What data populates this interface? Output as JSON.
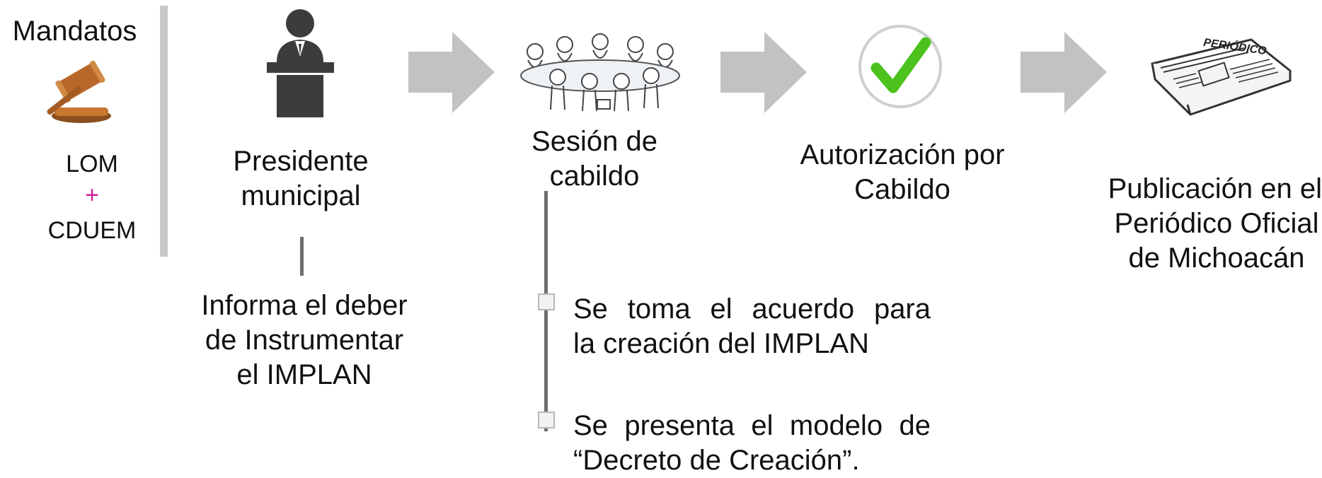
{
  "mandatos": {
    "title": "Mandatos",
    "line1": "LOM",
    "plus": "+",
    "line2": "CDUEM",
    "plus_color": "#cc1f9e"
  },
  "steps": [
    {
      "label_lines": [
        "Presidente",
        "municipal"
      ],
      "icon": "speaker-podium-icon"
    },
    {
      "label_lines": [
        "Sesión de",
        "cabildo"
      ],
      "icon": "meeting-table-icon"
    },
    {
      "label_lines": [
        "Autorización por",
        "Cabildo"
      ],
      "icon": "checkmark-icon"
    },
    {
      "label_lines": [
        "Publicación en el",
        "Periódico Oficial",
        "de Michoacán"
      ],
      "icon": "newspaper-icon",
      "newspaper_title": "PERIÓDICO"
    }
  ],
  "presidente_note": [
    "Informa el deber",
    "de Instrumentar",
    "el IMPLAN"
  ],
  "sesion_bullets": [
    [
      "Se toma el acuerdo para",
      "la creación del IMPLAN"
    ],
    [
      "Se presenta el modelo de",
      "“Decreto de Creación”."
    ]
  ],
  "colors": {
    "arrow": "#c2c2c2",
    "check": "#4cc21d",
    "icon_dark": "#3c3c3c"
  }
}
